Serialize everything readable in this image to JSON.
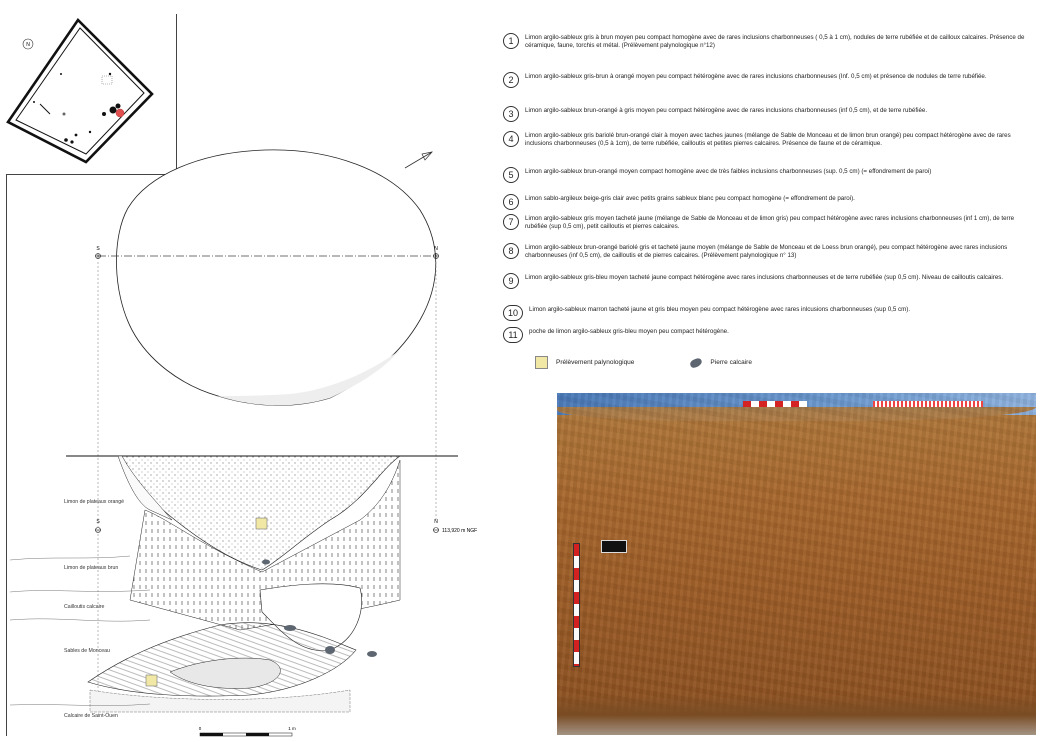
{
  "legend": [
    {
      "num": "1",
      "text": "Limon argilo-sableux gris à brun moyen peu compact homogène avec de rares inclusions charbonneuses ( 0,5  à 1 cm), nodules de terre rubéfiée et de cailloux calcaires. Présence de céramique, faune, torchis et métal. (Prélèvement palynologique n°12)"
    },
    {
      "num": "2",
      "text": "Limon argilo-sableux gris-brun à orangé moyen peu compact hétérogène avec de rares inclusions charbonneuses (Inf. 0,5 cm) et présence de nodules de terre rubéfiée."
    },
    {
      "num": "3",
      "text": "Limon argilo-sableux brun-orangé à gris moyen peu compact hétérogène avec de rares inclusions charbonneuses (inf 0,5 cm), et de terre rubéfiée."
    },
    {
      "num": "4",
      "text": "Limon argilo-sableux gris bariolé brun-orangé clair à moyen avec taches jaunes (mélange de Sable de Monceau et de limon brun orangé) peu compact hétérogène avec de rares inclusions charbonneuses (0,5 à 1cm), de terre rubéfiée, cailloutis et petites pierres calcaires. Présence de faune et de céramique."
    },
    {
      "num": "5",
      "text": "Limon argilo-sableux brun-orangé moyen compact homogène avec de très faibles inclusions charbonneuses (sup. 0,5 cm) (= effondrement de paroi)"
    },
    {
      "num": "6",
      "text": "Limon sablo-argileux beige-gris clair avec petits grains sableux blanc peu compact homogène (= effondrement de paroi)."
    },
    {
      "num": "7",
      "text": "Limon argilo-sableux gris moyen tacheté jaune (mélange de Sable de Monceau et de limon gris) peu compact hétérogène avec rares inclusions charbonneuses (inf 1 cm), de terre rubéfiée (sup 0,5 cm), petit cailloutis et pierres calcaires."
    },
    {
      "num": "8",
      "text": "Limon argilo-sableux brun-orangé bariolé gris et tacheté jaune moyen (mélange de Sable de Monceau et de Loess brun orangé), peu compact hétérogène avec rares inclusions charbonneuses (inf 0,5 cm), de cailloutis et de pierres calcaires. (Prélèvement palynologique n° 13)"
    },
    {
      "num": "9",
      "text": "Limon argilo-sableux gris-bleu moyen tacheté jaune compact hétérogène avec rares inclusions charbonneuses et de terre rubéfiée (sup 0,5 cm). Niveau de cailloutis calcaires."
    },
    {
      "num": "10",
      "text": "Limon argilo-sableux marron tacheté jaune et gris bleu moyen peu compact hétérogène avec rares inlcusions charbonneuses (sup 0,5 cm)."
    },
    {
      "num": "11",
      "text": "poche de limon argilo-sableux gris-bleu moyen peu compact hétérogène."
    }
  ],
  "symbols": {
    "sample": "Prélèvement palynologique",
    "stone": "Pierre calcaire"
  },
  "plan": {
    "north_letter": "N",
    "left_point": "S",
    "right_point": "N"
  },
  "section": {
    "left_point": "S",
    "right_point": "N",
    "elevation": "113,920 m NGF",
    "layers_left": [
      "Limon de plateaux orangé",
      "Limon de plateaux brun",
      "Cailloutis calcaire",
      "Sables de Monceau",
      "Calcaire de Saint-Ouen"
    ]
  },
  "scale": {
    "zero": "0",
    "end": "1 m"
  },
  "colors": {
    "sample": "#f2e8a6",
    "stone": "#5d6670",
    "highlight": "#e05050"
  }
}
